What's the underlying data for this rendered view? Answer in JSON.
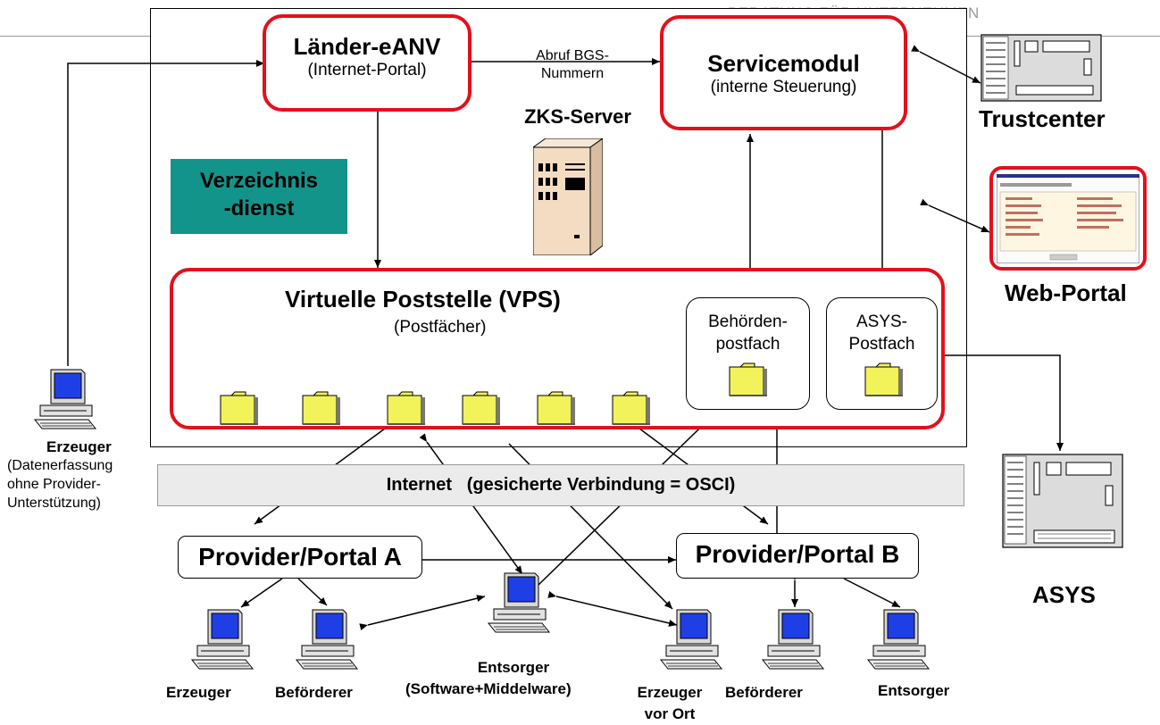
{
  "header": {
    "tagline": "BERATUNG FÜR UNTERNEHMEN"
  },
  "zks": {
    "label": "ZKS-Server"
  },
  "laender": {
    "title": "Länder-eANV",
    "subtitle": "(Internet-Portal)"
  },
  "abruf": {
    "line1": "Abruf BGS-",
    "line2": "Nummern"
  },
  "servicemodul": {
    "title": "Servicemodul",
    "subtitle": "(interne Steuerung)"
  },
  "verzeichnis": {
    "line1": "Verzeichnis",
    "line2": "-dienst"
  },
  "vps": {
    "title": "Virtuelle Poststelle (VPS)",
    "subtitle": "(Postfächer)"
  },
  "behoerden": {
    "line1": "Behörden-",
    "line2": "postfach"
  },
  "asys_postfach": {
    "line1": "ASYS-",
    "line2": "Postfach"
  },
  "internet": {
    "label": "Internet   (gesicherte Verbindung = OSCI)"
  },
  "provider_a": {
    "label": "Provider/Portal A"
  },
  "provider_b": {
    "label": "Provider/Portal B"
  },
  "trustcenter": {
    "label": "Trustcenter"
  },
  "webportal": {
    "label": "Web-Portal"
  },
  "asys": {
    "label": "ASYS"
  },
  "erzeuger_left": {
    "title": "Erzeuger",
    "line1": "(Datenerfassung",
    "line2": "ohne Provider-",
    "line3": "Unterstützung)"
  },
  "bottom": {
    "erzeuger": "Erzeuger",
    "befoerderer_a": "Beförderer",
    "entsorger_mid_line1": "Entsorger",
    "entsorger_mid_line2": "(Software+Middelware)",
    "erzeuger_vor_ort_line1": "Erzeuger",
    "erzeuger_vor_ort_line2": "vor Ort",
    "befoerderer_b": "Beförderer",
    "entsorger_b": "Entsorger"
  },
  "colors": {
    "red_border": "#e3101c",
    "teal": "#13948a",
    "folder": "#f2f25a",
    "screen": "#1f3fe6",
    "server": "#f3dcc2"
  }
}
